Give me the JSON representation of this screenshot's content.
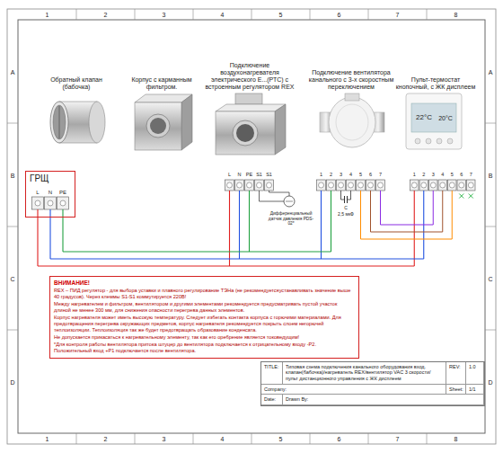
{
  "diagram": {
    "title": "Типовая схема подключения канального оборудования вход. клапан(бабочка)/нагреватель REX/вентилятор VAC 3 скорости/пульт дистанционного управления с ЖК дисплеем",
    "nodes": [
      {
        "text": [
          "Обратный клапан (бабочка)"
        ]
      },
      {
        "text": [
          "Корпус с карманным фильтром."
        ]
      },
      {
        "text": [
          "Подключение воздухонагревателя электрического Е...(РТС) с встроенным регулятором REX"
        ]
      },
      {
        "text": [
          "Подключение вентилятора канального с 3-х скоростным переключением"
        ]
      },
      {
        "text": [
          "Пульт-термостат кнопочный, с ЖК дисплеем"
        ]
      },
      {
        "text": [
          "ГРЩ"
        ]
      },
      {
        "text": [
          "ВНИМАНИЕ!",
          "REX – ПИД регулятор - для выбора уставки и плавного регулирование ТЭНа (не рекомендуетсяустанавливать значение выше 40 градусов). Через клеммы S1-S1 коммутируется 220В!",
          "Между нагревателем и фильтром, вентилятором и другими элементами рекомендуется предусматривать пустой участок длиной не менее 300 мм, для снижения опасности перегрева данных элементов.",
          "Корпус нагревателя может иметь высокую температуру. Следует избегать контакта корпуса с горючими материалами. Для предотвращения перегрева окружающих предметов, корпус нагревателя рекомендуется покрыть слоем негорючей теплоизоляции. Теплоизоляция так же будет предотвращать образование конденсата.",
          "Не допускается прикасаться к нагревательному элементу, так как его оребрение является токоведущим!",
          "*Для контроля работы вентилятора притока штуцер до вентилятора подключается к отрицательному входу -P2. Положительный вход +P1 подключается после вентилятора."
        ]
      },
      {
        "text": [
          "TITLE:",
          "Типовая схема подключения канального оборудования вход. клапан(бабочка)/нагреватель REX/вентилятор VAC 3 скорости/пульт дистанционного управления с ЖК дисплеем",
          "REV:",
          "1.0",
          "Company:",
          "Sheet:",
          "1/1",
          "Date:",
          "Drawn By:"
        ]
      }
    ],
    "labels": [
      "1",
      "2",
      "3",
      "4",
      "5",
      "6",
      "7",
      "8",
      "1",
      "2",
      "3",
      "4",
      "5",
      "6",
      "7",
      "8",
      "A",
      "B",
      "C",
      "D",
      "A",
      "B",
      "C",
      "D",
      "L",
      "N",
      "PE",
      "L",
      "N",
      "PE",
      "S1",
      "S1",
      "Дифференциальный датчик давления PDS-02*",
      "1",
      "2",
      "3",
      "4",
      "5",
      "6",
      "7",
      "C",
      "2,5 мкФ",
      "1",
      "2",
      "3",
      "4",
      "5",
      "6",
      "7",
      "22°C",
      "20°C"
    ]
  }
}
